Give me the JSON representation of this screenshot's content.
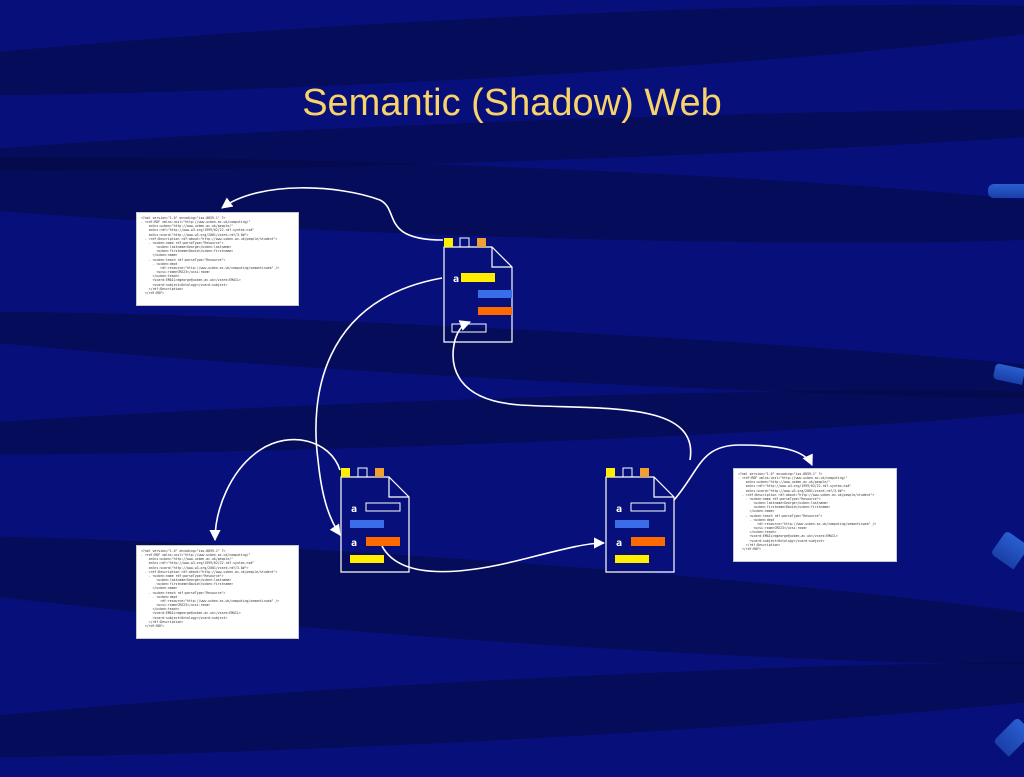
{
  "slide": {
    "title": "Semantic (Shadow) Web"
  },
  "documents": [
    {
      "id": "doc-top",
      "label_a1": "a"
    },
    {
      "id": "doc-left",
      "label_a1": "a",
      "label_a2": "a"
    },
    {
      "id": "doc-right",
      "label_a1": "a",
      "label_a2": "a"
    }
  ],
  "rdf_snippet": {
    "lines": [
      "<?xml version=\"1.0\" encoding=\"iso-8859-1\" ?>",
      "- <rdf:RDF xmlns:ucsl=\"http://www.ucben.ac.uk/computing/\"",
      "    xmlns:ucben=\"http://www.ucben.ac.uk/people/\"",
      "    xmlns:rdf=\"http://www.w3.org/1999/02/22-rdf-syntax-ns#\"",
      "    xmlns:vcard=\"http://www.w3.org/2001/vcard-rdf/3.0#\">",
      "  - <rdf:Description rdf:about=\"http://www.ucben.ac.uk/people/student\">",
      "    - <ucben:name rdf:parseType=\"Resource\">",
      "        <ucben:lastname>George</ucben:lastname>",
      "        <ucben:firstname>David</ucben:firstname>",
      "      </ucben:name>",
      "    - <ucben:teach rdf:parseType=\"Resource\">",
      "      - <ucben:dept",
      "          rdf:resource=\"http://www.ucben.ac.uk/computing/semanticweb\" />",
      "        <ucsi:room>CM223</ucsi:room>",
      "      </ucben:teach>",
      "      <vcard:EMAIL>dgeorge@ucben.ac.uk</vcard:EMAIL>",
      "      <vcard:subject>Ontology</vcard:subject>",
      "    </rdf:Description>",
      "  </rdf:RDF>"
    ]
  },
  "colors": {
    "background": "#07107a",
    "title": "#f8d26a",
    "yellow": "#ffee00",
    "blue_bar": "#3a6ee8",
    "orange_bar": "#ff6a00",
    "tab_orange": "#f0a030"
  }
}
